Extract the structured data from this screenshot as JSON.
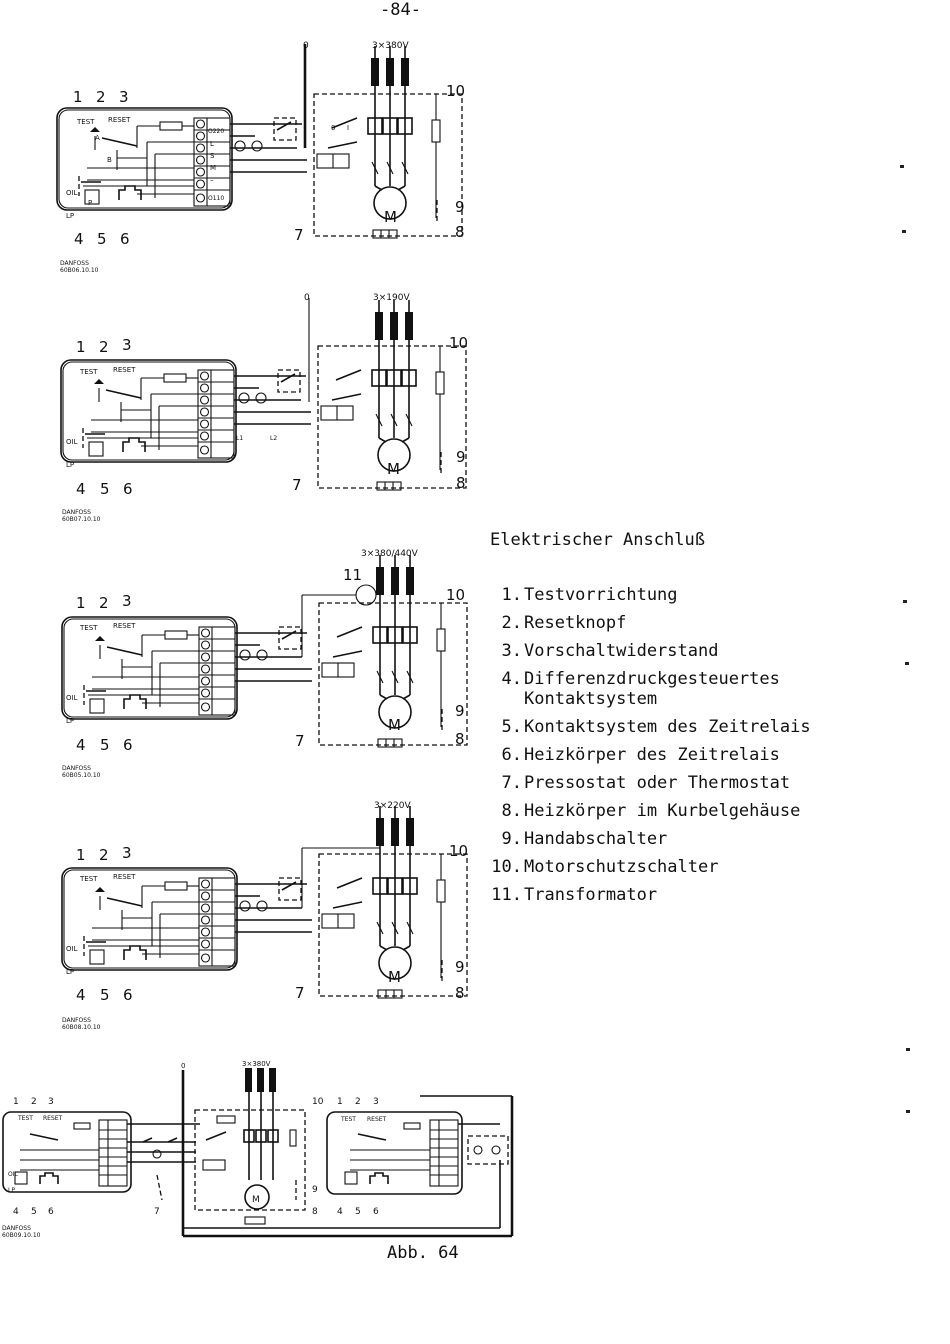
{
  "page_number": "-84-",
  "heading": "Elektrischer Anschluß",
  "legend": [
    {
      "num": "1.",
      "text": "Testvorrichtung"
    },
    {
      "num": "2.",
      "text": "Resetknopf"
    },
    {
      "num": "3.",
      "text": "Vorschaltwiderstand"
    },
    {
      "num": "4.",
      "text": "Differenzdruckgesteuertes Kontaktsystem"
    },
    {
      "num": "5.",
      "text": "Kontaktsystem des Zeitrelais"
    },
    {
      "num": "6.",
      "text": "Heizkörper des Zeitrelais"
    },
    {
      "num": "7.",
      "text": "Pressostat oder Thermostat"
    },
    {
      "num": "8.",
      "text": "Heizkörper im Kurbelgehäuse"
    },
    {
      "num": "9.",
      "text": "Handabschalter"
    },
    {
      "num": "10.",
      "text": "Motorschutzschalter"
    },
    {
      "num": "11.",
      "text": "Transformator"
    }
  ],
  "caption": "Abb. 64",
  "diagram_labels": {
    "test": "TEST",
    "reset": "RESET",
    "oil": "OIL",
    "lp": "LP",
    "p": "P",
    "a": "A",
    "b": "B",
    "motor": "M",
    "terminal_220": "O220",
    "terminal_l": "L",
    "terminal_s": "S",
    "terminal_m": "M",
    "terminal_dash": "–",
    "terminal_110": "O110",
    "switch_0": "0",
    "switch_1": "I",
    "lamp_l1": "L1",
    "lamp_l2": "L2",
    "neutral_0": "0",
    "danfoss": "DANFOSS"
  },
  "diagrams": [
    {
      "supply": "3×380V",
      "code": "60B06.10.10"
    },
    {
      "supply": "3×190V",
      "code": "60B07.10.10"
    },
    {
      "supply": "3×380/440V",
      "code": "60B05.10.10"
    },
    {
      "supply": "3×220V",
      "code": "60B08.10.10"
    },
    {
      "supply": "3×380V",
      "code": "60B09.10.10"
    }
  ],
  "callouts": [
    "1",
    "2",
    "3",
    "4",
    "5",
    "6",
    "7",
    "8",
    "9",
    "10",
    "11"
  ]
}
